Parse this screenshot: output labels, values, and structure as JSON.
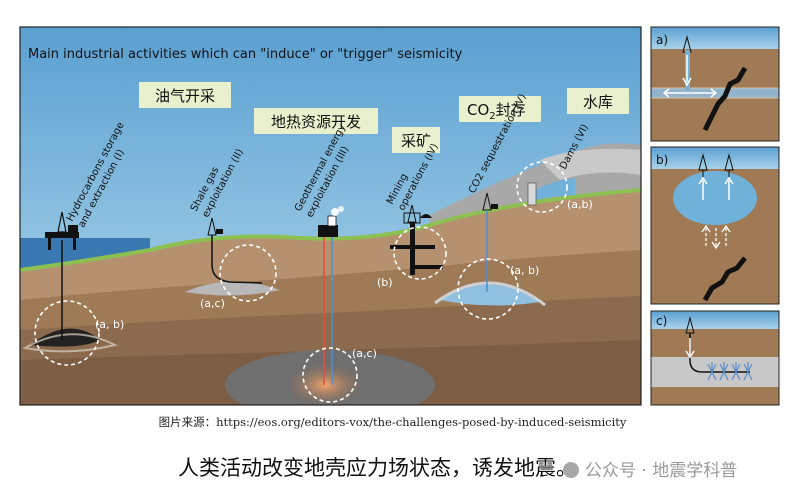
{
  "main_panel": {
    "title": "Main industrial activities which can \"induce\" or \"trigger\" seismicity",
    "cn_labels": {
      "oil_gas": "油气开采",
      "geothermal": "地热资源开发",
      "mining": "采矿",
      "co2_pre": "CO",
      "co2_sub": "2",
      "co2_post": "封存",
      "reservoir": "水库"
    },
    "activities": {
      "hydro_line1": "Hydrocarbons storage",
      "hydro_line2": "and extraction (I)",
      "shale_line1": "Shale gas",
      "shale_line2": "exploitation (II)",
      "geo_line1": "Geothermal energy",
      "geo_line2": "exploitation (III)",
      "mining_line1": "Mining",
      "mining_line2": "operations (IV)",
      "co2_line1": "CO2 sequestration (V)",
      "dams_line1": "Dams (VI)"
    },
    "markers": {
      "hydro": "(a, b)",
      "shale": "(a,c)",
      "geo": "(a,c)",
      "mining": "(b)",
      "co2": "(a, b)",
      "dams": "(a,b)"
    }
  },
  "side_panels": {
    "a": "a)",
    "b": "b)",
    "c": "c)"
  },
  "source_caption": "图片来源：https://eos.org/editors-vox/the-challenges-posed-by-induced-seismicity",
  "bottom_caption": "人类活动改变地壳应力场状态，诱发地震。",
  "watermark": "公众号 · 地震学科普",
  "colors": {
    "sky": "#5ea3d3",
    "sky_dark": "#3f86bf",
    "ground_top": "#b7956f",
    "ground_mid": "#a07a55",
    "ground_deep": "#866246",
    "grass": "#8cc152",
    "sea": "#3a78b2",
    "cn_label_bg": "#e9f0ce"
  }
}
